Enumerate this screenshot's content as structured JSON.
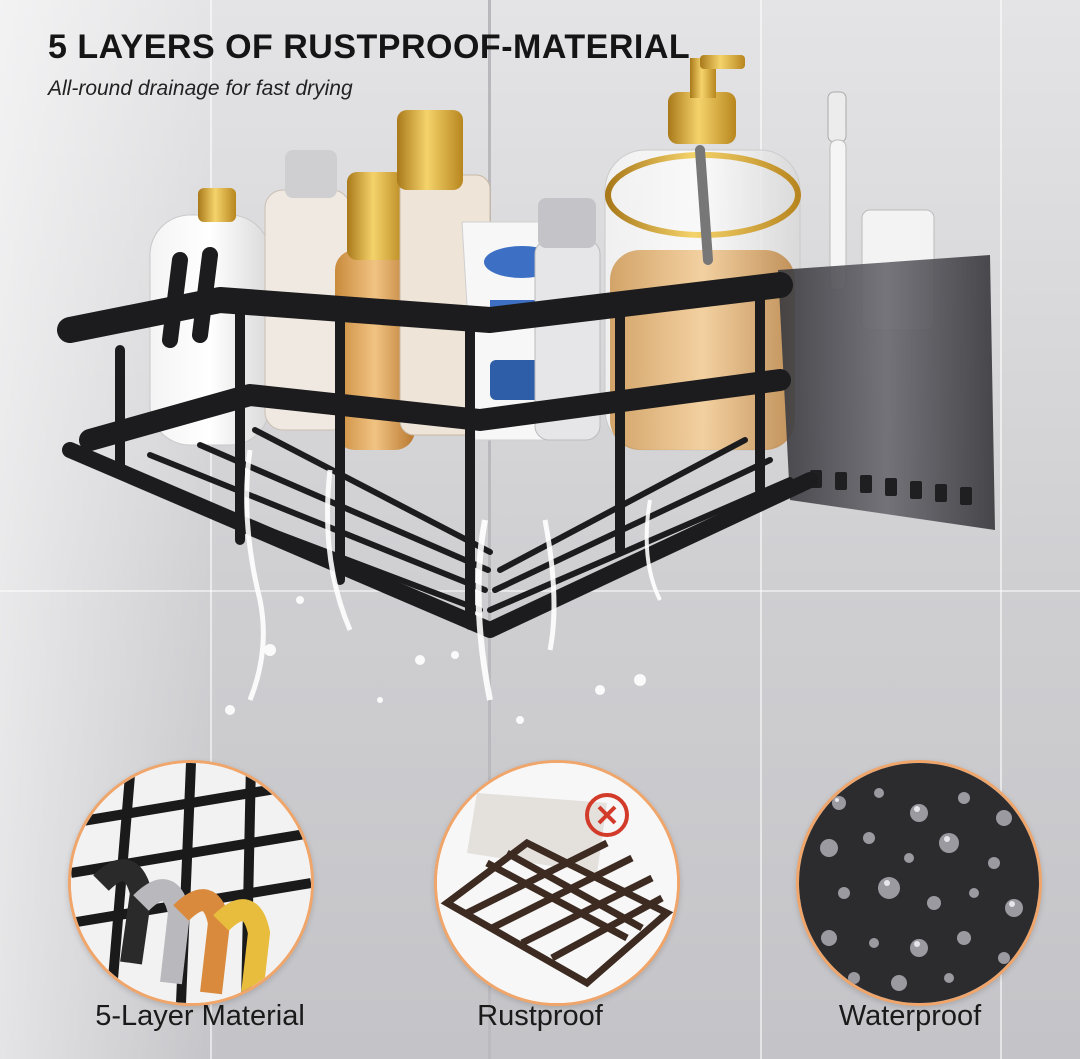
{
  "headline": "5 LAYERS OF RUSTPROOF-MATERIAL",
  "subheadline": "All-round drainage for fast drying",
  "features": [
    {
      "label": "5-Layer Material",
      "icon": "layered-hook-icon"
    },
    {
      "label": "Rustproof",
      "icon": "rust-cross-icon"
    },
    {
      "label": "Waterproof",
      "icon": "water-droplets-icon"
    }
  ],
  "colors": {
    "accent_ring": "#f0a56a",
    "rack": "#1c1c1e",
    "gold": "#d6a52a",
    "heading": "#151515"
  }
}
